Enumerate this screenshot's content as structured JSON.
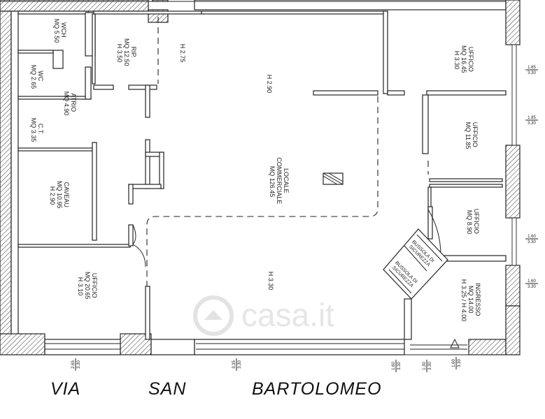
{
  "rooms": {
    "wch": [
      "WCH",
      "MQ 5.50"
    ],
    "wc": [
      "WC",
      "MQ 2.65"
    ],
    "ct": [
      "C.T.",
      "MQ 3.35"
    ],
    "caveau": [
      "CAVEAU",
      "MQ 10.95",
      "H 2.90"
    ],
    "ufficio_left": [
      "UFFICIO",
      "MQ 20.65",
      "H 3.10"
    ],
    "rip": [
      "RIP.",
      "MQ 12.50",
      "H 3.50"
    ],
    "atrio": [
      "ATRIO",
      "MQ 4.90"
    ],
    "h275": [
      "H 2.75"
    ],
    "locale": [
      "LOCALE",
      "COMMERCIALE",
      "MQ 126.45"
    ],
    "h290": [
      "H 2.90"
    ],
    "h330": [
      "H 3.30"
    ],
    "ufficio_1": [
      "UFFICIO",
      "MQ 16.45",
      "H 3.30"
    ],
    "ufficio_2": [
      "UFFICIO",
      "MQ 11.85"
    ],
    "ufficio_3": [
      "UFFICIO",
      "MQ 8.90"
    ],
    "ingresso": [
      "INGRESSO",
      "MQ 14.00",
      "H 3.25 / H 4.00"
    ],
    "bussola_1": [
      "BUSSOLA DI",
      "SICUREZZA"
    ],
    "bussola_2": [
      "BUSSOLA DI",
      "SICUREZZA"
    ]
  },
  "dimensions": {
    "right": [
      [
        "1.85",
        "3.30"
      ],
      [
        "1.85",
        "3.30"
      ],
      [
        "1.60",
        "3.30"
      ],
      [
        "1.60",
        "3.30"
      ]
    ],
    "bottom": [
      [
        "2.65",
        "3.30"
      ],
      [
        "3.35",
        "3.30"
      ],
      [
        "1.60",
        "3.30"
      ],
      [
        "1.30",
        "3.30"
      ],
      [
        "1.60",
        "3.30"
      ]
    ]
  },
  "street": {
    "via": "VIA",
    "san": "SAN",
    "bartolomeo": "BARTOLOMEO"
  },
  "watermark": "casa.it"
}
